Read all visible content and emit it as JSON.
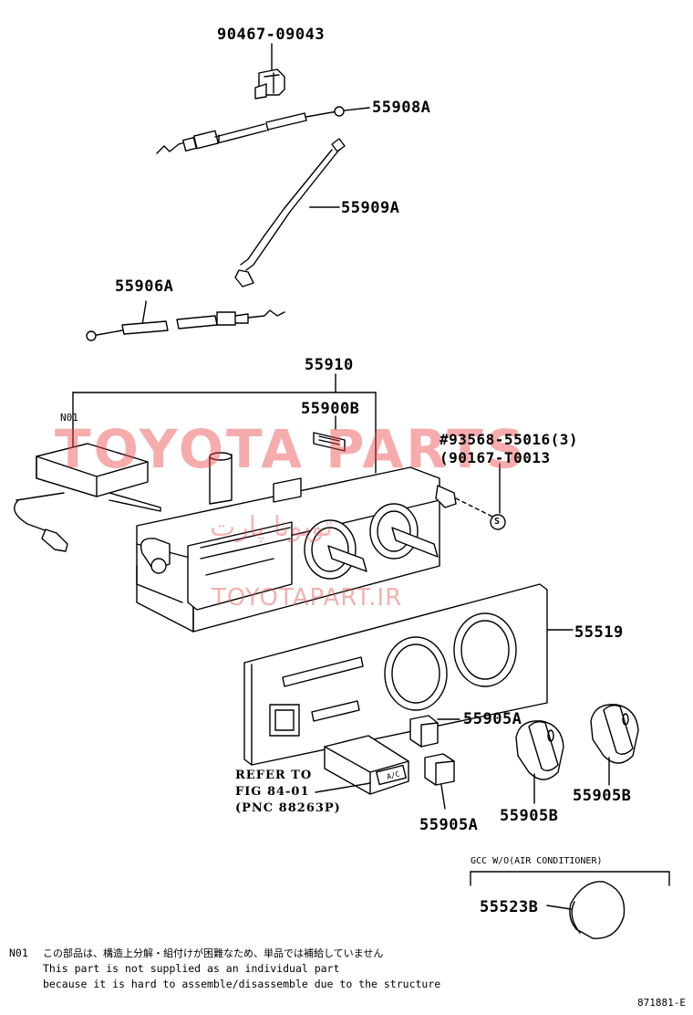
{
  "parts": {
    "p90467": "90467-09043",
    "p55908a": "55908A",
    "p55909a": "55909A",
    "p55906a": "55906A",
    "p55910": "55910",
    "p55900b": "55900B",
    "p93568": "#93568-55016(3)",
    "p90167": "(90167-T0013",
    "p55519": "55519",
    "p55905a_top": "55905A",
    "p55905a_bottom": "55905A",
    "p55905b_left": "55905B",
    "p55905b_right": "55905B",
    "p55523b": "55523B"
  },
  "callouts": {
    "n01": "N01",
    "s_mark": "S",
    "ac_label": "A/C"
  },
  "refer": {
    "line1": "REFER TO",
    "line2": "FIG 84-01",
    "line3": "(PNC 88263P)"
  },
  "gcc_note": "GCC W/O(AIR CONDITIONER)",
  "footnote": {
    "code": "N01",
    "jp": "この部品は、構造上分解・組付けが困難なため、単品では補給していません",
    "en1": "This part is not supplied as an individual part",
    "en2": "because it is hard to assemble/disassemble due to the structure"
  },
  "watermarks": {
    "main": "TOYOTA PARTS",
    "arabic": "تویوتا پارت",
    "site": "TOYOTAPART.IR"
  },
  "figure_id": "871881-E"
}
